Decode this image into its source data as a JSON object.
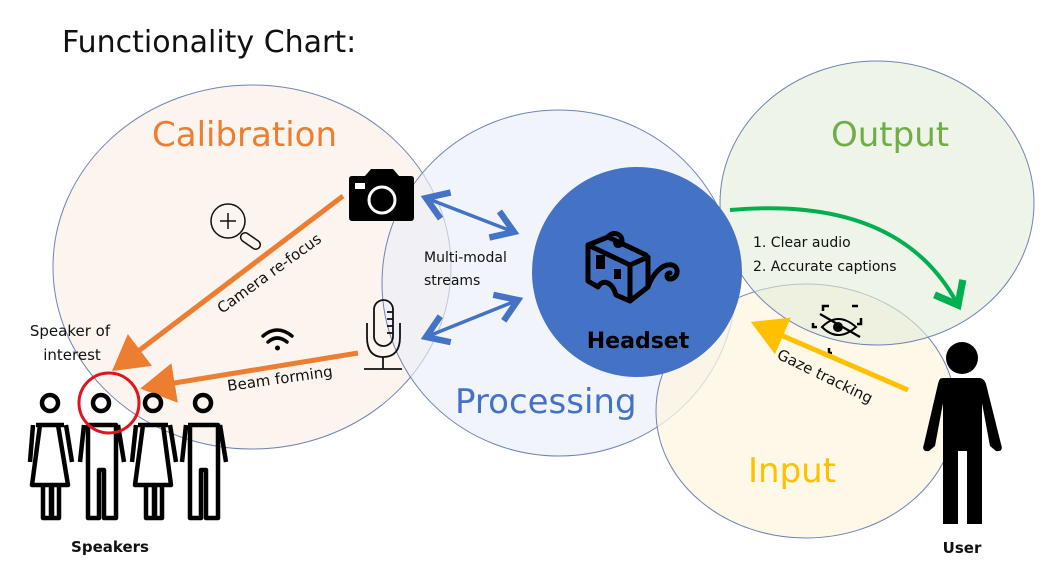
{
  "title": "Functionality Chart:",
  "regions": {
    "calibration": {
      "label": "Calibration",
      "color": "#ED7D31",
      "fill": "#FBF2EC"
    },
    "processing": {
      "label": "Processing",
      "color": "#4472C4",
      "fill": "#EEF2F9"
    },
    "output": {
      "label": "Output",
      "color": "#70AD47",
      "fill": "#EAF2E3"
    },
    "input": {
      "label": "Input",
      "color": "#FFC000",
      "fill": "#FEF8E8"
    }
  },
  "headset": {
    "label": "Headset",
    "fill": "#4472C4",
    "icon": "3d-glasses-icon"
  },
  "annotations": {
    "camera_refocus": "Camera re-focus",
    "beam_forming": "Beam forming",
    "speaker_of_interest_line1": "Speaker of",
    "speaker_of_interest_line2": "interest",
    "multimodal_line1": "Multi-modal",
    "multimodal_line2": "streams",
    "output_item1": "1. Clear audio",
    "output_item2": "2. Accurate captions",
    "gaze_tracking": "Gaze tracking"
  },
  "actors": {
    "speakers_label": "Speakers",
    "user_label": "User"
  },
  "icons": [
    "camera-icon",
    "zoom-in-icon",
    "microphone-icon",
    "wifi-icon",
    "3d-glasses-icon",
    "eye-tracking-icon",
    "speakers-group-icon",
    "user-icon"
  ],
  "arrow_colors": {
    "calibration": "#ED7D31",
    "streams": "#4472C4",
    "output": "#00B050",
    "input": "#FFC000",
    "highlight": "#E0141E"
  }
}
